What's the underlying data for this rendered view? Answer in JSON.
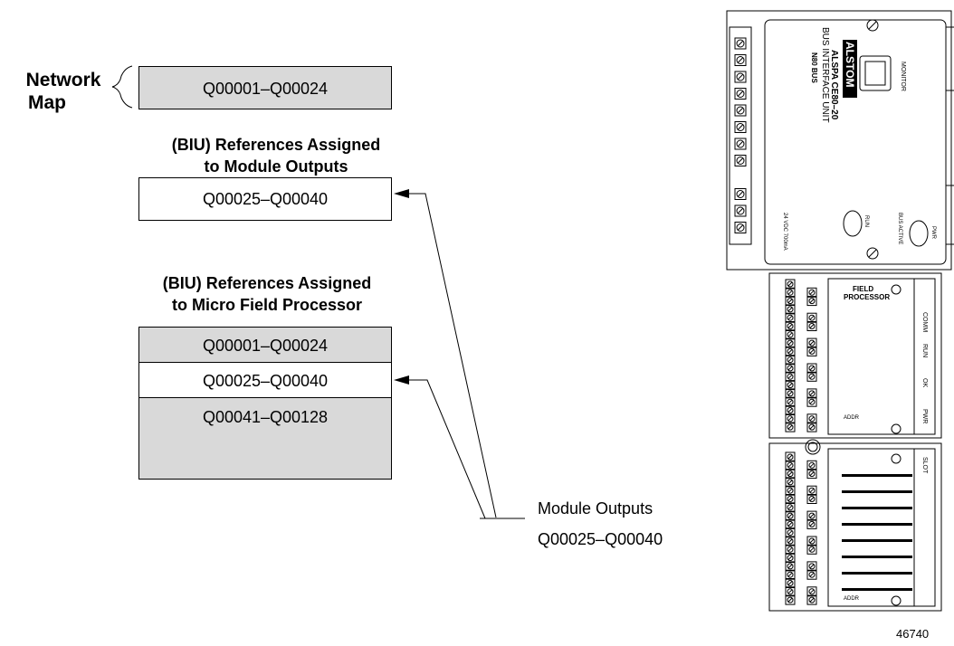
{
  "network_map": {
    "label_line1": "Network",
    "label_line2": "Map",
    "range": "Q00001–Q00024"
  },
  "module_outputs_block": {
    "heading_line1": "(BIU) References Assigned",
    "heading_line2": "to Module Outputs",
    "range": "Q00025–Q00040"
  },
  "micro_field_block": {
    "heading_line1": "(BIU) References Assigned",
    "heading_line2": "to Micro Field Processor",
    "ranges": [
      "Q00001–Q00024",
      "Q00025–Q00040",
      "Q00041–Q00128"
    ]
  },
  "callout": {
    "line1": "Module Outputs",
    "line2": "Q00025–Q00040"
  },
  "device": {
    "brand": "ALSTOM",
    "model": "ALSPA CE80–20",
    "name": "BUS INTERFACE UNIT",
    "bus": "N80 BUS",
    "monitor": "MONITOR",
    "power_rating": "24 VDC  700mA",
    "led_pwr": "PWR",
    "led_bus": "BUS ACTIVE",
    "led_run": "RUN",
    "fp_title_line1": "FIELD",
    "fp_title_line2": "PROCESSOR",
    "fp_comm": "COMM",
    "fp_run": "RUN",
    "fp_ok": "OK",
    "fp_pwr": "PWR",
    "fp_addr": "ADDR",
    "io_slot": "SLOT",
    "io_addr": "ADDR"
  },
  "figure_number": "46740"
}
